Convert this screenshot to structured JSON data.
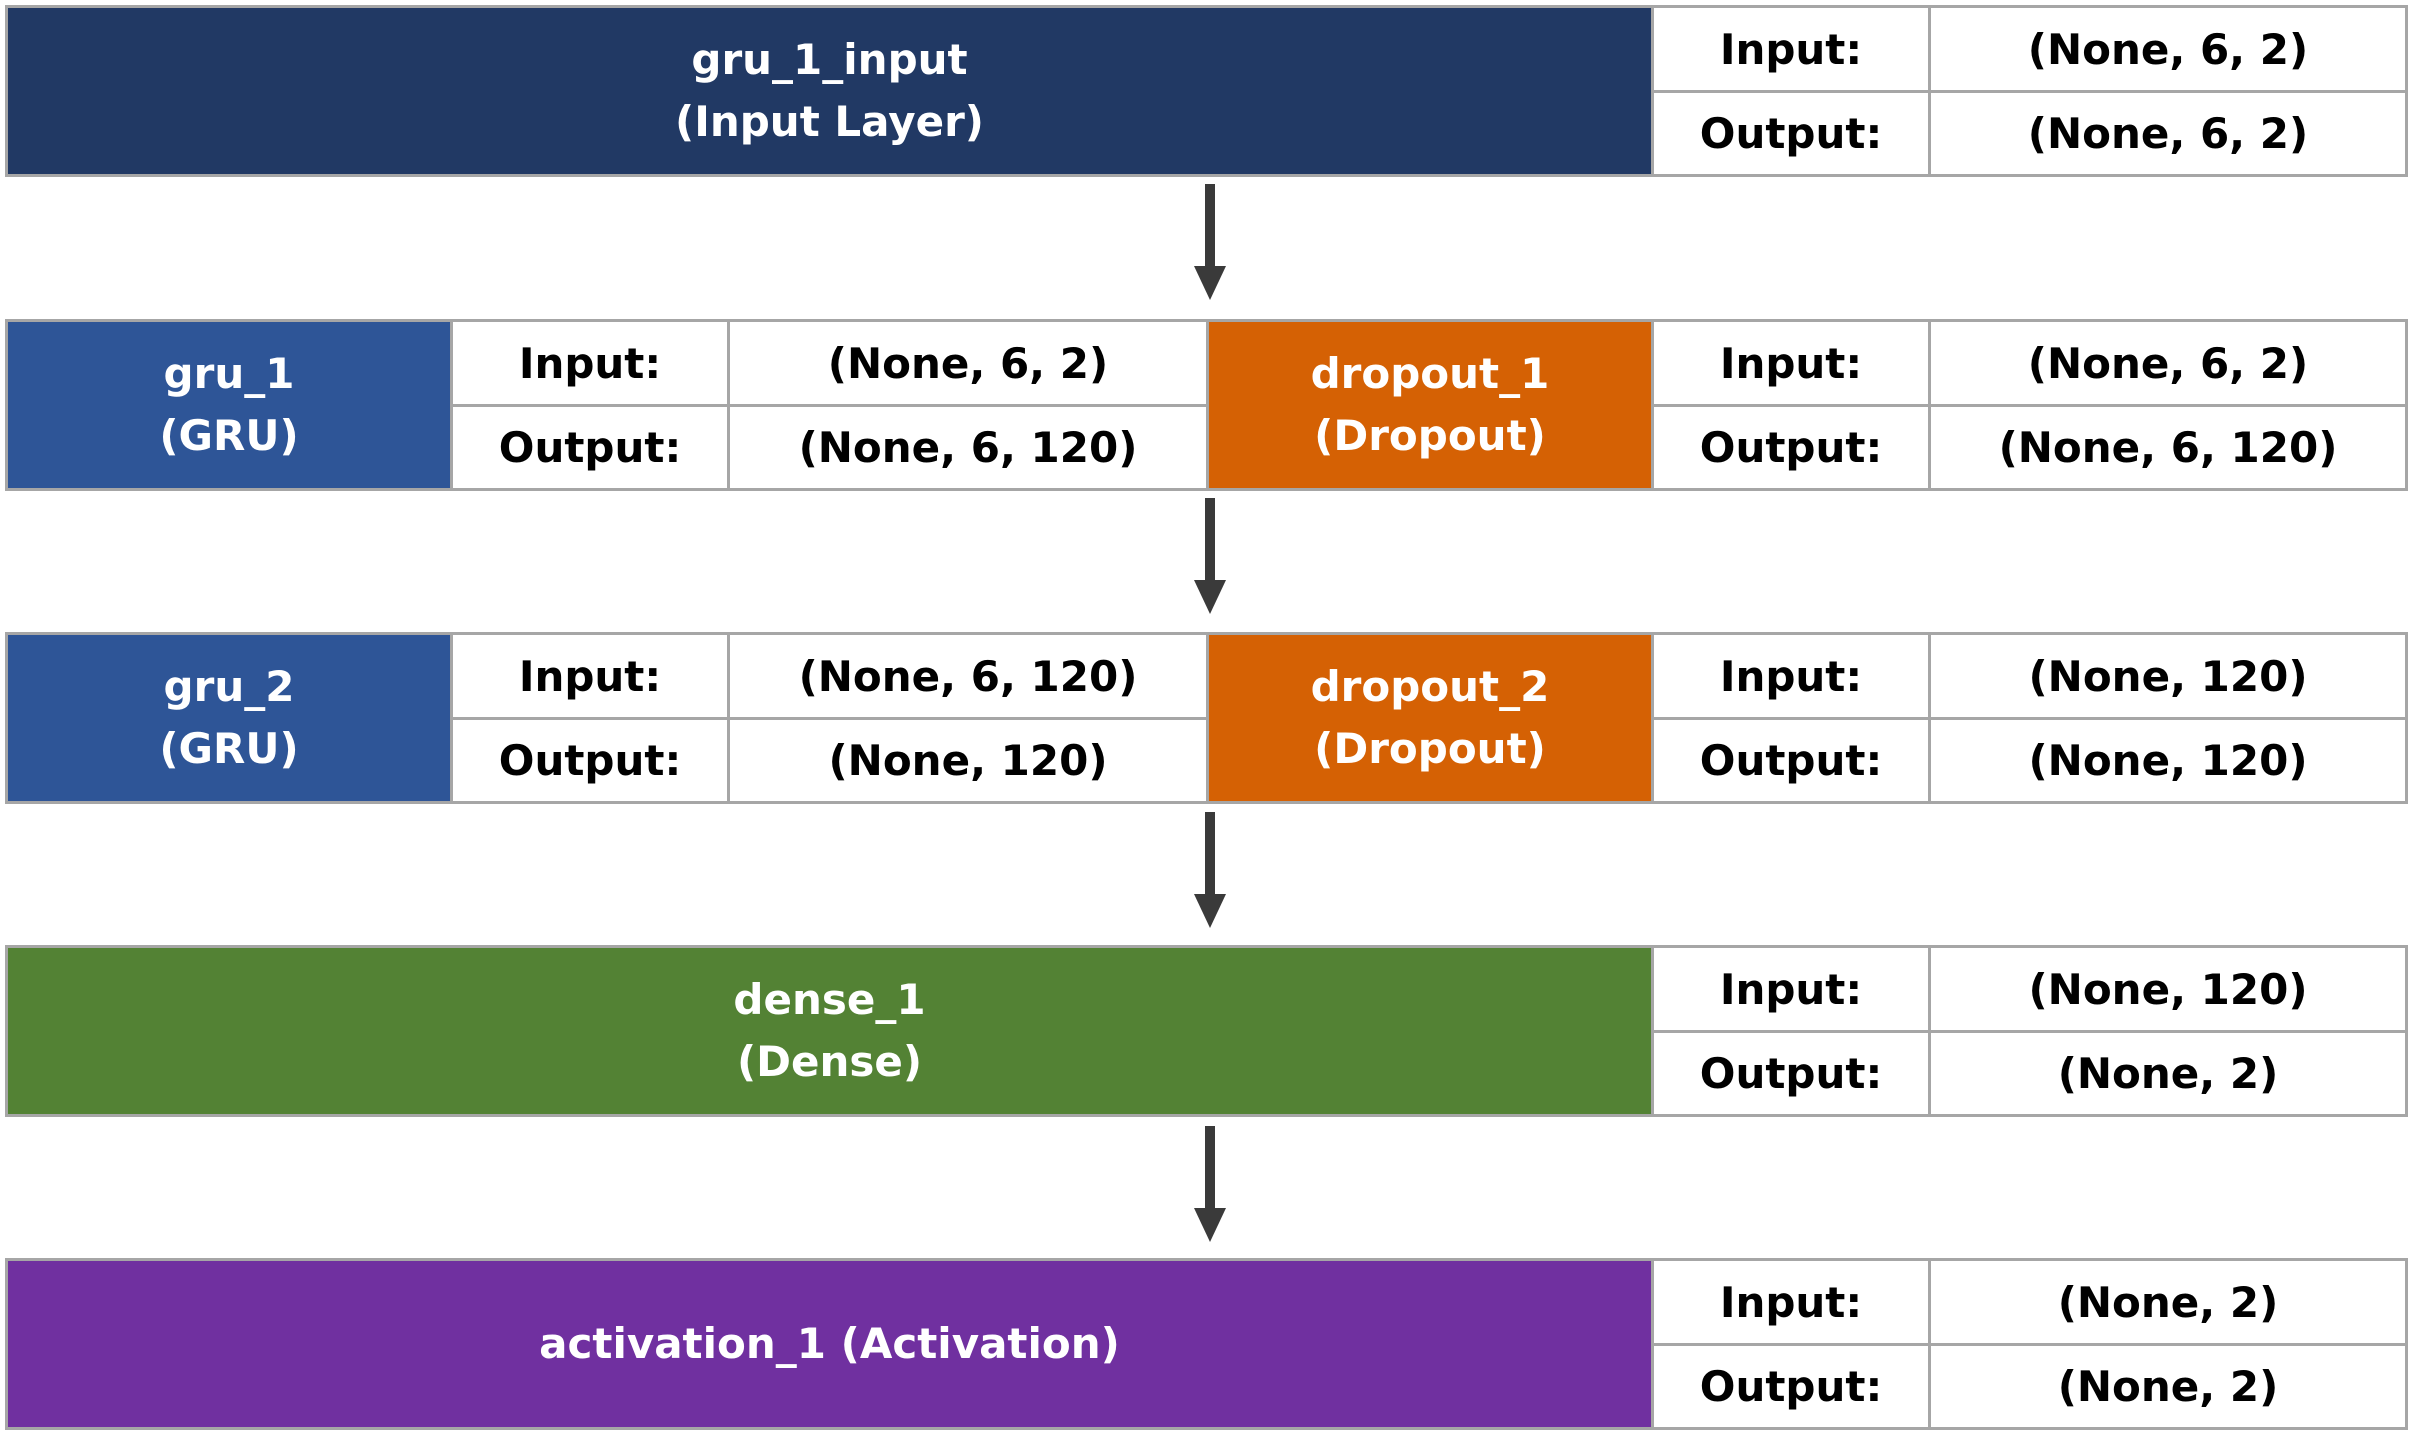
{
  "colors": {
    "input_layer": "#213964",
    "gru": "#2e5597",
    "dropout": "#d56104",
    "dense": "#538234",
    "activation": "#7030a0",
    "border": "#a6a6a6",
    "arrow": "#3a3a3a"
  },
  "layers": {
    "input": {
      "name": "gru_1_input",
      "type": "(Input Layer)",
      "io": {
        "input_label": "Input:",
        "input_value": "(None, 6, 2)",
        "output_label": "Output:",
        "output_value": "(None, 6, 2)"
      }
    },
    "gru1": {
      "name": "gru_1",
      "type": "(GRU)",
      "io": {
        "input_label": "Input:",
        "input_value": "(None, 6, 2)",
        "output_label": "Output:",
        "output_value": "(None, 6, 120)"
      }
    },
    "dropout1": {
      "name": "dropout_1",
      "type": "(Dropout)",
      "io": {
        "input_label": "Input:",
        "input_value": "(None, 6, 2)",
        "output_label": "Output:",
        "output_value": "(None, 6, 120)"
      }
    },
    "gru2": {
      "name": "gru_2",
      "type": "(GRU)",
      "io": {
        "input_label": "Input:",
        "input_value": "(None, 6, 120)",
        "output_label": "Output:",
        "output_value": "(None, 120)"
      }
    },
    "dropout2": {
      "name": "dropout_2",
      "type": "(Dropout)",
      "io": {
        "input_label": "Input:",
        "input_value": "(None, 120)",
        "output_label": "Output:",
        "output_value": "(None, 120)"
      }
    },
    "dense1": {
      "name": "dense_1",
      "type": "(Dense)",
      "io": {
        "input_label": "Input:",
        "input_value": "(None, 120)",
        "output_label": "Output:",
        "output_value": "(None, 2)"
      }
    },
    "activation1": {
      "label": "activation_1 (Activation)",
      "io": {
        "input_label": "Input:",
        "input_value": "(None, 2)",
        "output_label": "Output:",
        "output_value": "(None, 2)"
      }
    }
  }
}
